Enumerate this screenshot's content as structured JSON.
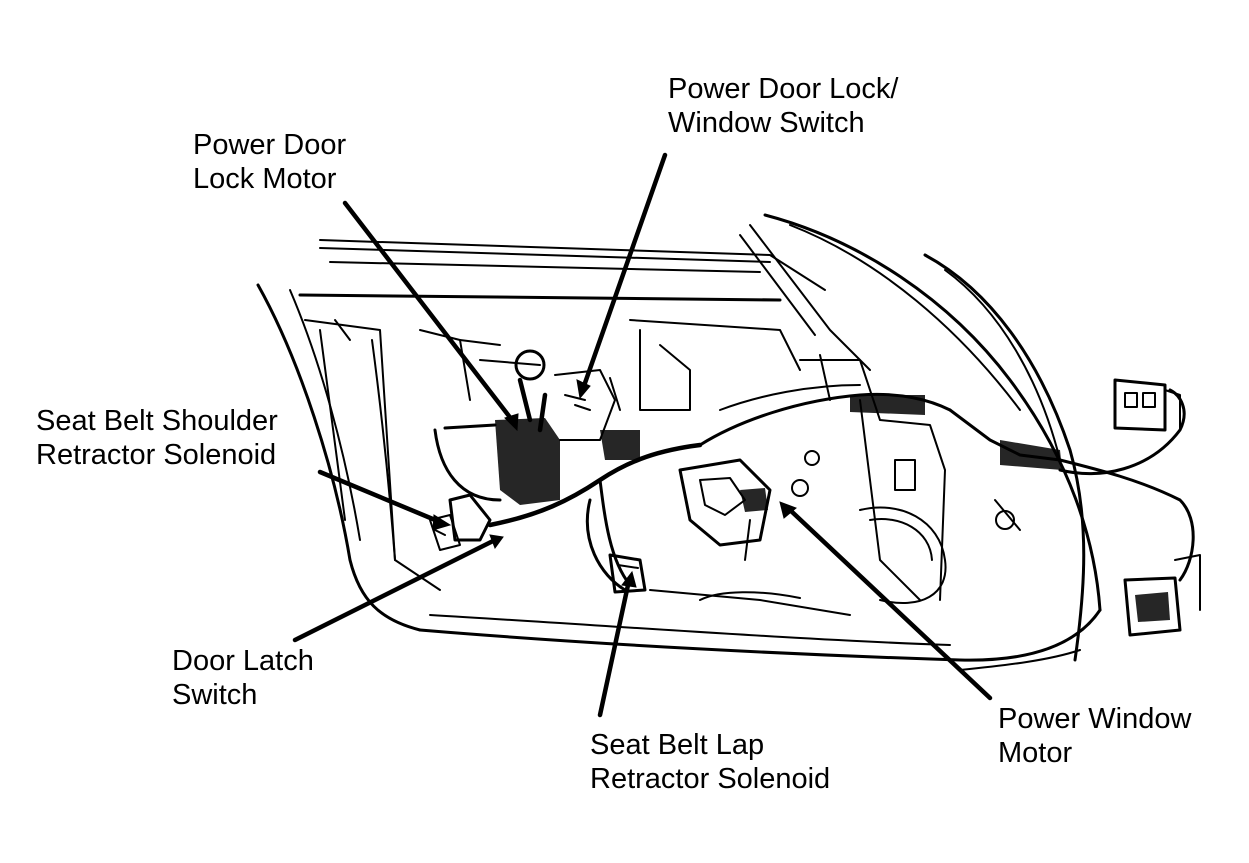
{
  "labels": {
    "power_door_lock_window_switch": [
      "Power Door Lock/",
      "Window Switch"
    ],
    "power_door_lock_motor": [
      "Power Door",
      "Lock Motor"
    ],
    "seat_belt_shoulder_retractor_solenoid": [
      "Seat Belt Shoulder",
      "Retractor Solenoid"
    ],
    "door_latch_switch": [
      "Door Latch",
      "Switch"
    ],
    "seat_belt_lap_retractor_solenoid": [
      "Seat Belt Lap",
      "Retractor Solenoid"
    ],
    "power_window_motor": [
      "Power Window",
      "Motor"
    ]
  },
  "colors": {
    "ink": "#000000",
    "background": "#ffffff"
  }
}
